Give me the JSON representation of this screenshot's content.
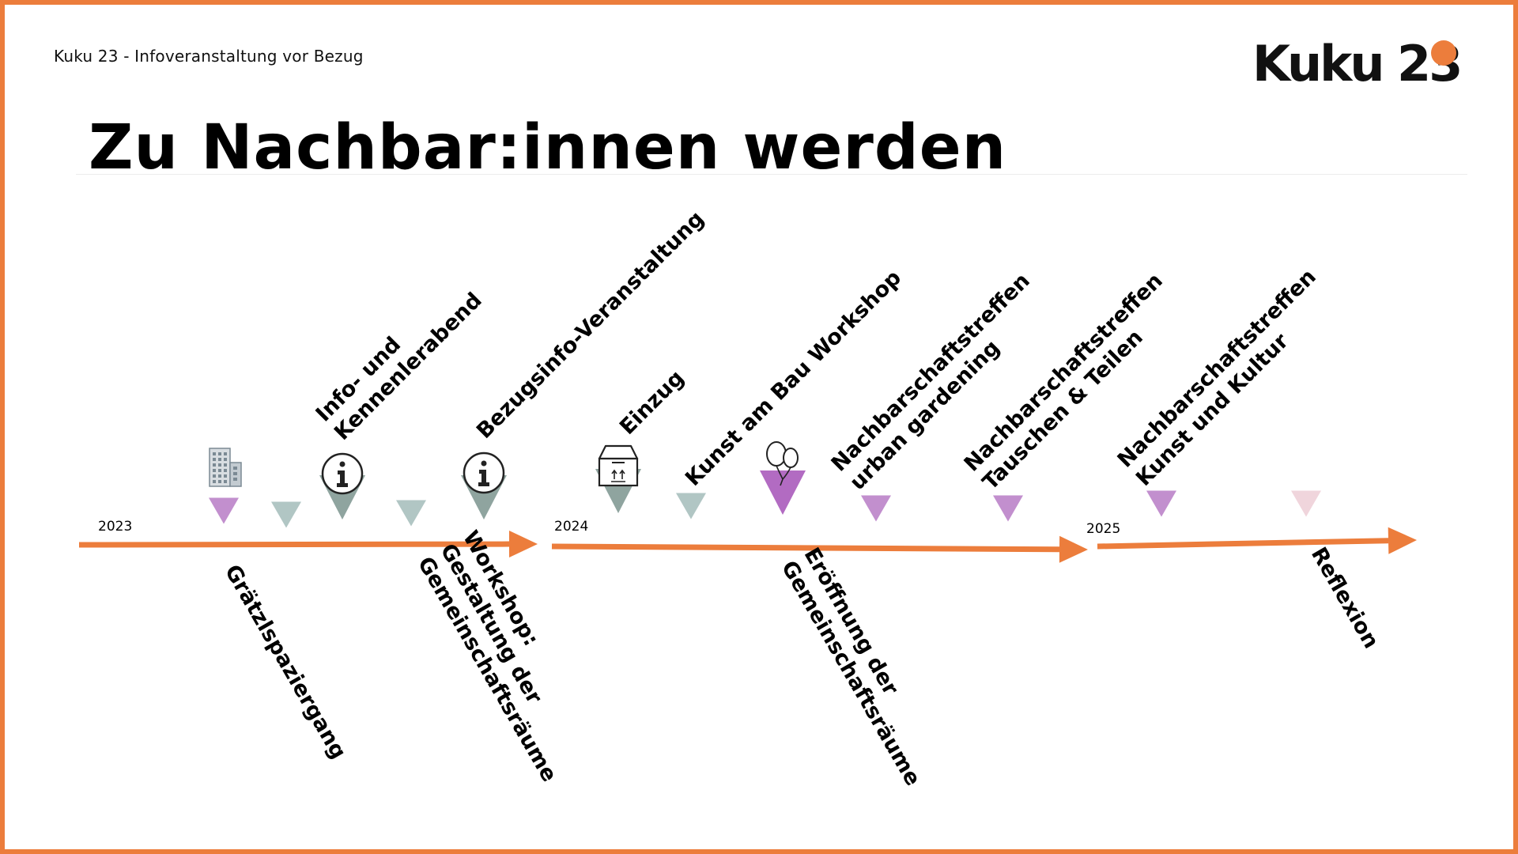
{
  "header": {
    "subtitle": "Kuku 23 - Infoveranstaltung vor Bezug",
    "logo_text": "Kuku 23",
    "title": "Zu Nachbar:innen werden"
  },
  "colors": {
    "border": "#ec7d3c",
    "arrow": "#ec7d3c",
    "logo_dot": "#ec7d3c",
    "marker_violet": "#c28fce",
    "marker_violet_strong": "#b26bc2",
    "marker_grey_light": "#b1c6c4",
    "marker_grey_dark": "#8fa49f",
    "marker_pink_faint": "#f0d5dc"
  },
  "timeline": {
    "segments": [
      {
        "year": "2023"
      },
      {
        "year": "2024"
      },
      {
        "year": "2025"
      }
    ],
    "events": [
      {
        "label": [
          "Grätzlspaziergang"
        ],
        "label_side": "below",
        "color": "marker_violet",
        "size": "small",
        "icon": "building-icon"
      },
      {
        "label": [],
        "label_side": "none",
        "color": "marker_grey_light",
        "size": "small",
        "icon": ""
      },
      {
        "label": [
          "Info- und",
          "Kennenlerabend"
        ],
        "label_side": "above",
        "color": "marker_grey_dark",
        "size": "large",
        "icon": "info-icon"
      },
      {
        "label": [
          "Workshop:",
          "Gestaltung der",
          "Gemeinschaftsräume"
        ],
        "label_side": "below",
        "color": "marker_grey_light",
        "size": "small",
        "icon": ""
      },
      {
        "label": [
          "Bezugsinfo-Veranstaltung"
        ],
        "label_side": "above",
        "color": "marker_grey_dark",
        "size": "large",
        "icon": "info-icon"
      },
      {
        "label": [
          "Einzug"
        ],
        "label_side": "above",
        "color": "marker_grey_dark",
        "size": "large",
        "icon": "moving-box-icon"
      },
      {
        "label": [
          "Kunst am Bau Workshop"
        ],
        "label_side": "above",
        "color": "marker_grey_light",
        "size": "small",
        "icon": ""
      },
      {
        "label": [
          "Eröffnung der",
          "Gemeinschaftsräume"
        ],
        "label_side": "below",
        "color": "marker_violet_strong",
        "size": "large",
        "icon": "balloons-icon"
      },
      {
        "label": [
          "Nachbarschaftstreffen",
          "urban gardening"
        ],
        "label_side": "above",
        "color": "marker_violet",
        "size": "small",
        "icon": ""
      },
      {
        "label": [
          "Nachbarschaftstreffen",
          "Tauschen & Teilen"
        ],
        "label_side": "above",
        "color": "marker_violet",
        "size": "small",
        "icon": ""
      },
      {
        "label": [
          "Nachbarschaftstreffen",
          "Kunst und Kultur"
        ],
        "label_side": "above",
        "color": "marker_violet",
        "size": "small",
        "icon": ""
      },
      {
        "label": [
          "Reflexion"
        ],
        "label_side": "below",
        "color": "marker_pink_faint",
        "size": "small",
        "icon": ""
      }
    ]
  }
}
